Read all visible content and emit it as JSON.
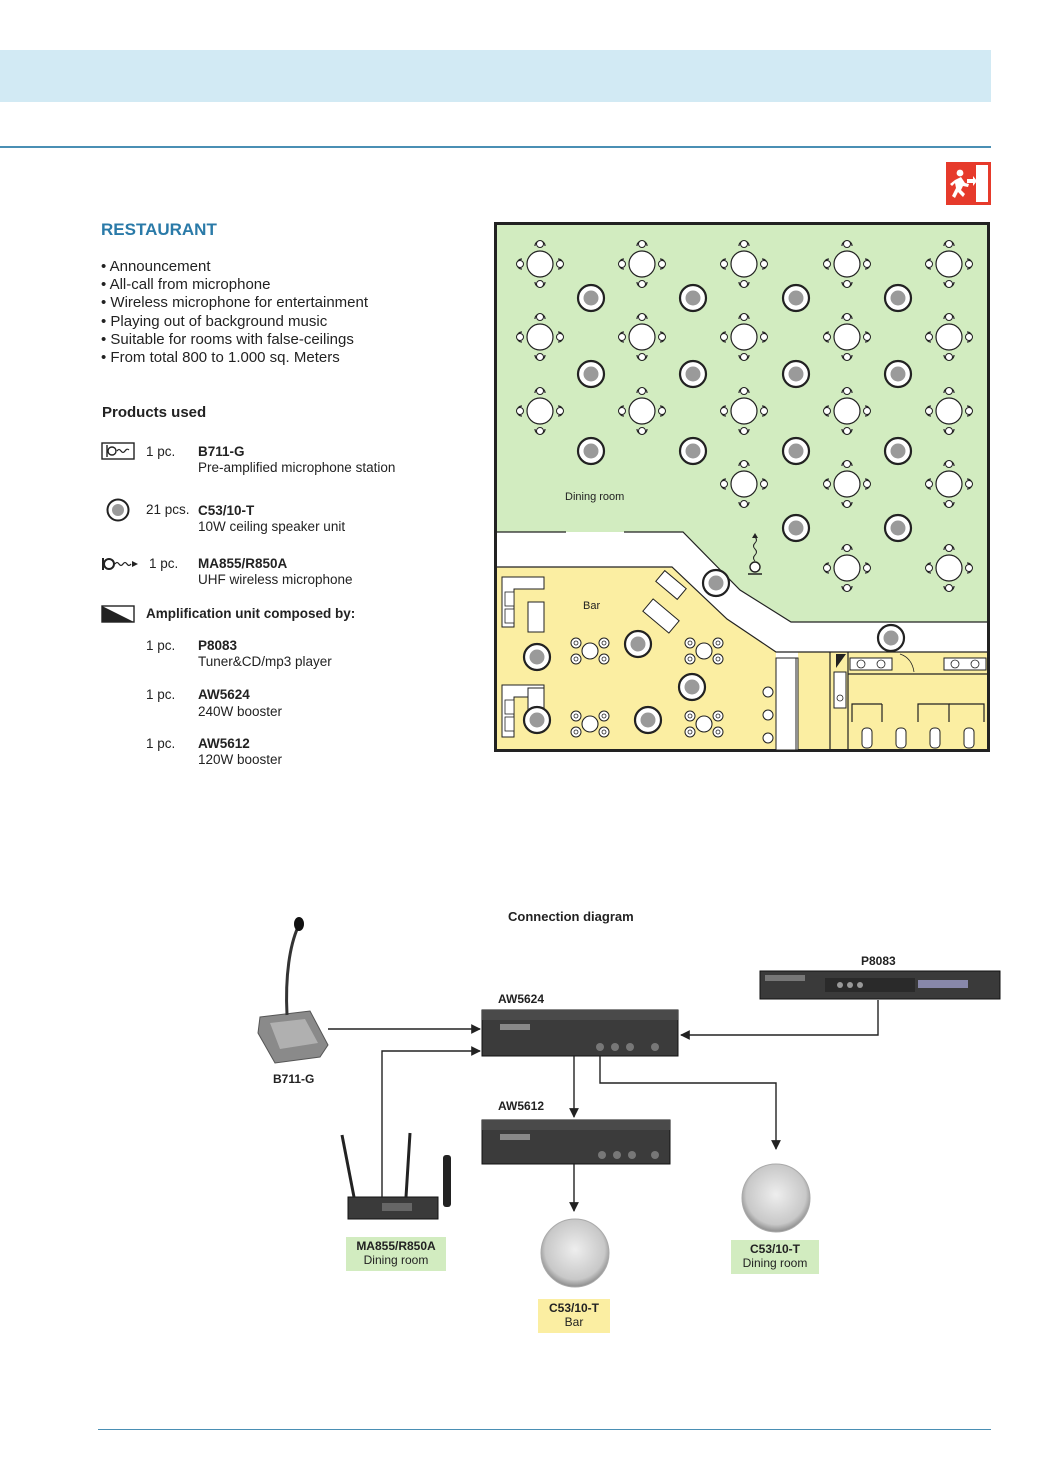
{
  "header": {
    "band_color": "#d2eaf4",
    "rule_color": "#4a8fb4",
    "exit_icon": "emergency-exit-icon"
  },
  "section": {
    "title": "RESTAURANT",
    "features": [
      "• Announcement",
      "• All-call from microphone",
      "• Wireless microphone for entertainment",
      "• Playing out of background music",
      "• Suitable for rooms with false-ceilings",
      "• From total 800 to 1.000 sq. Meters"
    ]
  },
  "products": {
    "heading": "Products used",
    "items": [
      {
        "icon": "microphone-station-icon",
        "qty": "1 pc.",
        "name": "B711-G",
        "desc": "Pre-amplified microphone station"
      },
      {
        "icon": "ceiling-speaker-icon",
        "qty": "21 pcs.",
        "name": "C53/10-T",
        "desc": "10W ceiling speaker unit"
      },
      {
        "icon": "wireless-microphone-icon",
        "qty": "1 pc.",
        "name": "MA855/R850A",
        "desc": "UHF wireless microphone"
      }
    ],
    "amplification": {
      "icon": "amplifier-icon",
      "heading": "Amplification unit composed by:",
      "items": [
        {
          "qty": "1 pc.",
          "name": "P8083",
          "desc": "Tuner&CD/mp3 player"
        },
        {
          "qty": "1 pc.",
          "name": "AW5624",
          "desc": "240W booster"
        },
        {
          "qty": "1 pc.",
          "name": "AW5612",
          "desc": "120W booster"
        }
      ]
    }
  },
  "floorplan": {
    "dining_label": "Dining room",
    "bar_label": "Bar",
    "dining_color": "#d2ecc0",
    "bar_color": "#fbeea2"
  },
  "diagram": {
    "title": "Connection diagram",
    "devices": {
      "p8083": "P8083",
      "aw5624": "AW5624",
      "aw5612": "AW5612",
      "b711g": "B711-G"
    },
    "tags": {
      "wireless": {
        "name": "MA855/R850A",
        "room": "Dining room"
      },
      "speaker_dining": {
        "name": "C53/10-T",
        "room": "Dining room"
      },
      "speaker_bar": {
        "name": "C53/10-T",
        "room": "Bar"
      }
    },
    "tag_color_green": "#d2ecc0",
    "tag_color_yellow": "#fbeea2"
  }
}
